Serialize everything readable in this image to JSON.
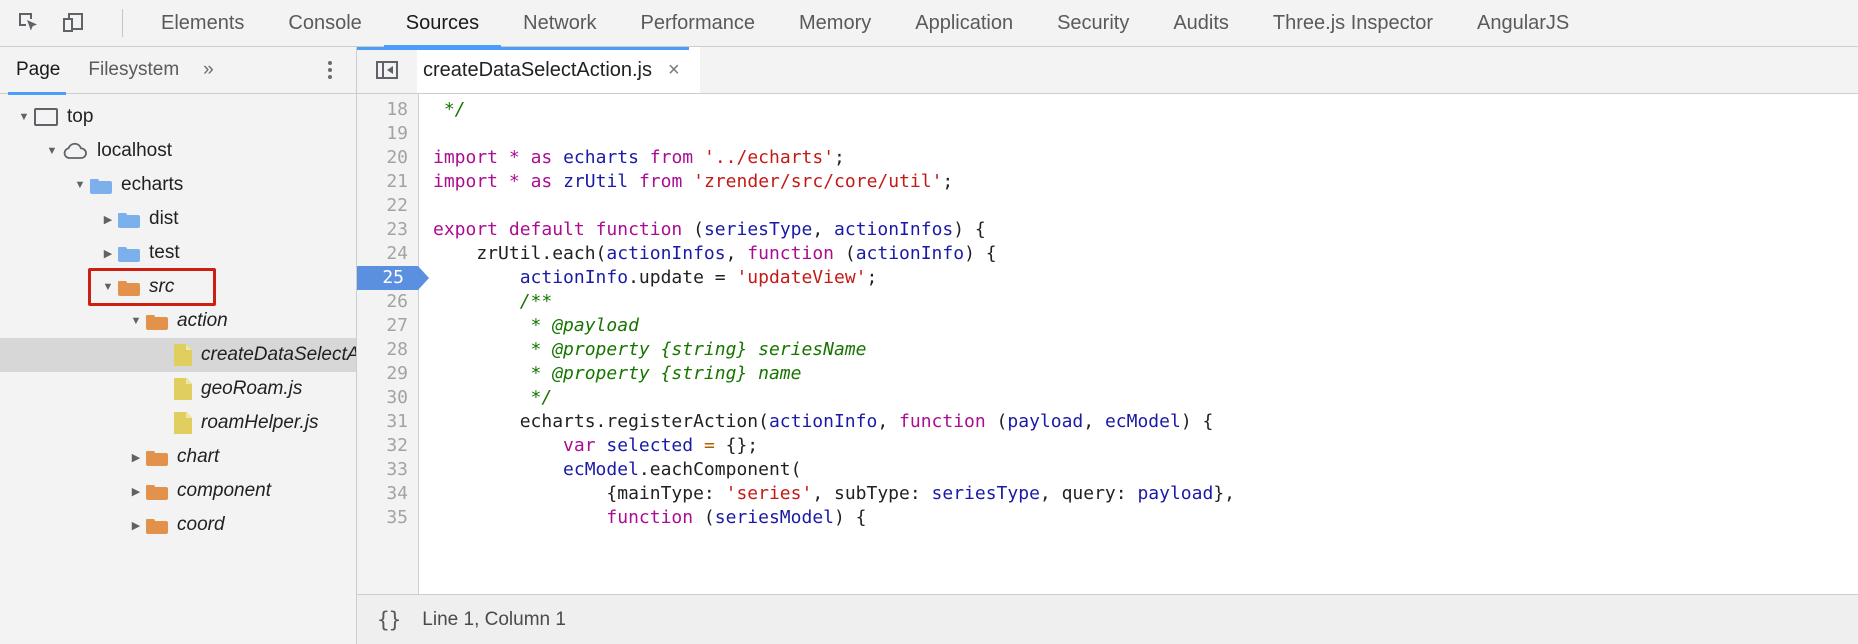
{
  "toolbar": {
    "inspect_icon": "inspect-element-icon",
    "device_icon": "device-toolbar-icon"
  },
  "main_tabs": [
    {
      "label": "Elements",
      "active": false
    },
    {
      "label": "Console",
      "active": false
    },
    {
      "label": "Sources",
      "active": true
    },
    {
      "label": "Network",
      "active": false
    },
    {
      "label": "Performance",
      "active": false
    },
    {
      "label": "Memory",
      "active": false
    },
    {
      "label": "Application",
      "active": false
    },
    {
      "label": "Security",
      "active": false
    },
    {
      "label": "Audits",
      "active": false
    },
    {
      "label": "Three.js Inspector",
      "active": false
    },
    {
      "label": "AngularJS",
      "active": false
    }
  ],
  "navigator": {
    "tabs": [
      {
        "label": "Page",
        "active": true
      },
      {
        "label": "Filesystem",
        "active": false
      }
    ],
    "more_label": "»",
    "menu_icon": "more-options-icon",
    "tree": [
      {
        "label": "top",
        "type": "frame",
        "indent": 0,
        "disclosure": "open",
        "italic": false,
        "selected": false
      },
      {
        "label": "localhost",
        "type": "cloud",
        "indent": 1,
        "disclosure": "open",
        "italic": false,
        "selected": false
      },
      {
        "label": "echarts",
        "type": "folder-blue",
        "indent": 2,
        "disclosure": "open",
        "italic": false,
        "selected": false
      },
      {
        "label": "dist",
        "type": "folder-blue",
        "indent": 3,
        "disclosure": "closed",
        "italic": false,
        "selected": false
      },
      {
        "label": "test",
        "type": "folder-blue",
        "indent": 3,
        "disclosure": "closed",
        "italic": false,
        "selected": false
      },
      {
        "label": "src",
        "type": "folder-orange",
        "indent": 3,
        "disclosure": "open",
        "italic": true,
        "selected": false,
        "highlighted": true
      },
      {
        "label": "action",
        "type": "folder-orange",
        "indent": 4,
        "disclosure": "open",
        "italic": true,
        "selected": false
      },
      {
        "label": "createDataSelectAction.js",
        "type": "file",
        "indent": 5,
        "disclosure": "none",
        "italic": true,
        "selected": true
      },
      {
        "label": "geoRoam.js",
        "type": "file",
        "indent": 5,
        "disclosure": "none",
        "italic": true,
        "selected": false
      },
      {
        "label": "roamHelper.js",
        "type": "file",
        "indent": 5,
        "disclosure": "none",
        "italic": true,
        "selected": false
      },
      {
        "label": "chart",
        "type": "folder-orange",
        "indent": 4,
        "disclosure": "closed",
        "italic": true,
        "selected": false
      },
      {
        "label": "component",
        "type": "folder-orange",
        "indent": 4,
        "disclosure": "closed",
        "italic": true,
        "selected": false
      },
      {
        "label": "coord",
        "type": "folder-orange",
        "indent": 4,
        "disclosure": "closed",
        "italic": true,
        "selected": false
      }
    ]
  },
  "editor": {
    "sidebar_toggle_icon": "show-navigator-icon",
    "tab": {
      "title": "createDataSelectAction.js",
      "close_icon": "×"
    },
    "first_visible_line": 18,
    "active_line": 25,
    "lines": [
      {
        "n": 18,
        "tokens": [
          {
            "t": " */",
            "c": "c"
          }
        ]
      },
      {
        "n": 19,
        "tokens": []
      },
      {
        "n": 20,
        "tokens": [
          {
            "t": "import",
            "c": "k"
          },
          {
            "t": " ",
            "c": "p"
          },
          {
            "t": "*",
            "c": "k"
          },
          {
            "t": " ",
            "c": "p"
          },
          {
            "t": "as",
            "c": "k"
          },
          {
            "t": " ",
            "c": "p"
          },
          {
            "t": "echarts",
            "c": "v"
          },
          {
            "t": " ",
            "c": "p"
          },
          {
            "t": "from",
            "c": "k"
          },
          {
            "t": " ",
            "c": "p"
          },
          {
            "t": "'../echarts'",
            "c": "s"
          },
          {
            "t": ";",
            "c": "p"
          }
        ]
      },
      {
        "n": 21,
        "tokens": [
          {
            "t": "import",
            "c": "k"
          },
          {
            "t": " ",
            "c": "p"
          },
          {
            "t": "*",
            "c": "k"
          },
          {
            "t": " ",
            "c": "p"
          },
          {
            "t": "as",
            "c": "k"
          },
          {
            "t": " ",
            "c": "p"
          },
          {
            "t": "zrUtil",
            "c": "v"
          },
          {
            "t": " ",
            "c": "p"
          },
          {
            "t": "from",
            "c": "k"
          },
          {
            "t": " ",
            "c": "p"
          },
          {
            "t": "'zrender/src/core/util'",
            "c": "s"
          },
          {
            "t": ";",
            "c": "p"
          }
        ]
      },
      {
        "n": 22,
        "tokens": []
      },
      {
        "n": 23,
        "tokens": [
          {
            "t": "export",
            "c": "k"
          },
          {
            "t": " ",
            "c": "p"
          },
          {
            "t": "default",
            "c": "k"
          },
          {
            "t": " ",
            "c": "p"
          },
          {
            "t": "function",
            "c": "k"
          },
          {
            "t": " (",
            "c": "p"
          },
          {
            "t": "seriesType",
            "c": "v"
          },
          {
            "t": ", ",
            "c": "p"
          },
          {
            "t": "actionInfos",
            "c": "v"
          },
          {
            "t": ") {",
            "c": "p"
          }
        ]
      },
      {
        "n": 24,
        "tokens": [
          {
            "t": "    zrUtil.each(",
            "c": "p"
          },
          {
            "t": "actionInfos",
            "c": "v"
          },
          {
            "t": ", ",
            "c": "p"
          },
          {
            "t": "function",
            "c": "k"
          },
          {
            "t": " (",
            "c": "p"
          },
          {
            "t": "actionInfo",
            "c": "v"
          },
          {
            "t": ") {",
            "c": "p"
          }
        ]
      },
      {
        "n": 25,
        "tokens": [
          {
            "t": "        ",
            "c": "p"
          },
          {
            "t": "actionInfo",
            "c": "v"
          },
          {
            "t": ".update = ",
            "c": "p"
          },
          {
            "t": "'updateView'",
            "c": "s"
          },
          {
            "t": ";",
            "c": "p"
          }
        ]
      },
      {
        "n": 26,
        "tokens": [
          {
            "t": "        /**",
            "c": "c"
          }
        ]
      },
      {
        "n": 27,
        "tokens": [
          {
            "t": "         * @payload",
            "c": "c"
          }
        ]
      },
      {
        "n": 28,
        "tokens": [
          {
            "t": "         * @property {string} seriesName",
            "c": "c"
          }
        ]
      },
      {
        "n": 29,
        "tokens": [
          {
            "t": "         * @property {string} name",
            "c": "c"
          }
        ]
      },
      {
        "n": 30,
        "tokens": [
          {
            "t": "         */",
            "c": "c"
          }
        ]
      },
      {
        "n": 31,
        "tokens": [
          {
            "t": "        echarts.registerAction(",
            "c": "p"
          },
          {
            "t": "actionInfo",
            "c": "v"
          },
          {
            "t": ", ",
            "c": "p"
          },
          {
            "t": "function",
            "c": "k"
          },
          {
            "t": " (",
            "c": "p"
          },
          {
            "t": "payload",
            "c": "v"
          },
          {
            "t": ", ",
            "c": "p"
          },
          {
            "t": "ecModel",
            "c": "v"
          },
          {
            "t": ") {",
            "c": "p"
          }
        ]
      },
      {
        "n": 32,
        "tokens": [
          {
            "t": "            ",
            "c": "p"
          },
          {
            "t": "var",
            "c": "k"
          },
          {
            "t": " ",
            "c": "p"
          },
          {
            "t": "selected",
            "c": "v"
          },
          {
            "t": " ",
            "c": "p"
          },
          {
            "t": "=",
            "c": "o"
          },
          {
            "t": " {};",
            "c": "p"
          }
        ]
      },
      {
        "n": 33,
        "tokens": [
          {
            "t": "            ",
            "c": "p"
          },
          {
            "t": "ecModel",
            "c": "v"
          },
          {
            "t": ".eachComponent(",
            "c": "p"
          }
        ]
      },
      {
        "n": 34,
        "tokens": [
          {
            "t": "                {mainType: ",
            "c": "p"
          },
          {
            "t": "'series'",
            "c": "s"
          },
          {
            "t": ", subType: ",
            "c": "p"
          },
          {
            "t": "seriesType",
            "c": "v"
          },
          {
            "t": ", query: ",
            "c": "p"
          },
          {
            "t": "payload",
            "c": "v"
          },
          {
            "t": "},",
            "c": "p"
          }
        ]
      },
      {
        "n": 35,
        "tokens": [
          {
            "t": "                ",
            "c": "p"
          },
          {
            "t": "function",
            "c": "k"
          },
          {
            "t": " (",
            "c": "p"
          },
          {
            "t": "seriesModel",
            "c": "v"
          },
          {
            "t": ") {",
            "c": "p"
          }
        ]
      }
    ]
  },
  "statusbar": {
    "pretty_print_icon": "{}",
    "position": "Line 1, Column 1"
  },
  "colors": {
    "accent": "#4a9df8",
    "highlight_box": "#cc1f12",
    "selected_row": "#d7d7d7",
    "active_line_badge": "#5b8fe0",
    "folder_blue": "#7cb0ec",
    "folder_orange": "#e2924b",
    "file_yellow": "#e0cf5e"
  }
}
